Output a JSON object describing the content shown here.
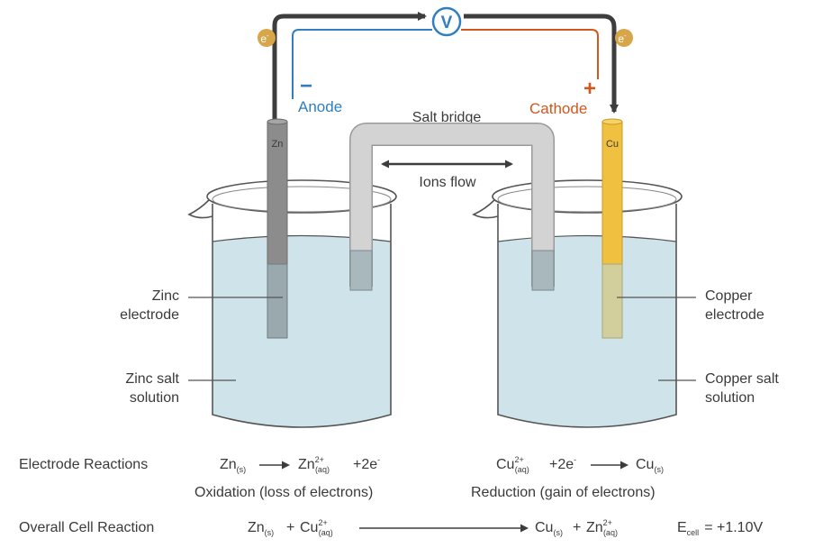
{
  "circuit": {
    "electron_symbol": "e",
    "electron_sup": "-",
    "voltmeter_symbol": "V"
  },
  "anode": {
    "sign": "−",
    "label": "Anode",
    "electrode_symbol": "Zn"
  },
  "cathode": {
    "sign": "+",
    "label": "Cathode",
    "electrode_symbol": "Cu"
  },
  "salt_bridge": {
    "label": "Salt bridge",
    "ions_label": "Ions flow"
  },
  "left_beaker": {
    "electrode_line1": "Zinc",
    "electrode_line2": "electrode",
    "solution_line1": "Zinc salt",
    "solution_line2": "solution"
  },
  "right_beaker": {
    "electrode_line1": "Copper",
    "electrode_line2": "electrode",
    "solution_line1": "Copper salt",
    "solution_line2": "solution"
  },
  "reactions": {
    "electrode_heading": "Electrode Reactions",
    "overall_heading": "Overall Cell Reaction",
    "oxidation": {
      "reactant": "Zn",
      "reactant_sub": "(s)",
      "product": "Zn",
      "product_sup": "2+",
      "product_sub": "(aq)",
      "electrons": "+2e",
      "electrons_sup": "-",
      "caption": "Oxidation (loss of electrons)"
    },
    "reduction": {
      "reactant": "Cu",
      "reactant_sup": "2+",
      "reactant_sub": "(aq)",
      "electrons": "+2e",
      "electrons_sup": "-",
      "product": "Cu",
      "product_sub": "(s)",
      "caption": "Reduction (gain of electrons)"
    },
    "overall": {
      "left_a": "Zn",
      "left_a_sub": "(s)",
      "plus": "+",
      "left_b": "Cu",
      "left_b_sup": "2+",
      "left_b_sub": "(aq)",
      "right_a": "Cu",
      "right_a_sub": "(s)",
      "right_b": "Zn",
      "right_b_sup": "2+",
      "right_b_sub": "(aq)",
      "ecell": "E",
      "ecell_sub": "cell",
      "ecell_value": "=  +1.10V"
    }
  },
  "colors": {
    "wire_dark": "#3d3d3d",
    "wire_blue": "#2f7fc1",
    "wire_orange": "#d0581e",
    "zinc": "#8c8c8c",
    "copper": "#f0c040",
    "solution": "#cfe3ea",
    "bridge": "#d3d3d3",
    "electron_badge": "#d8a64a"
  }
}
